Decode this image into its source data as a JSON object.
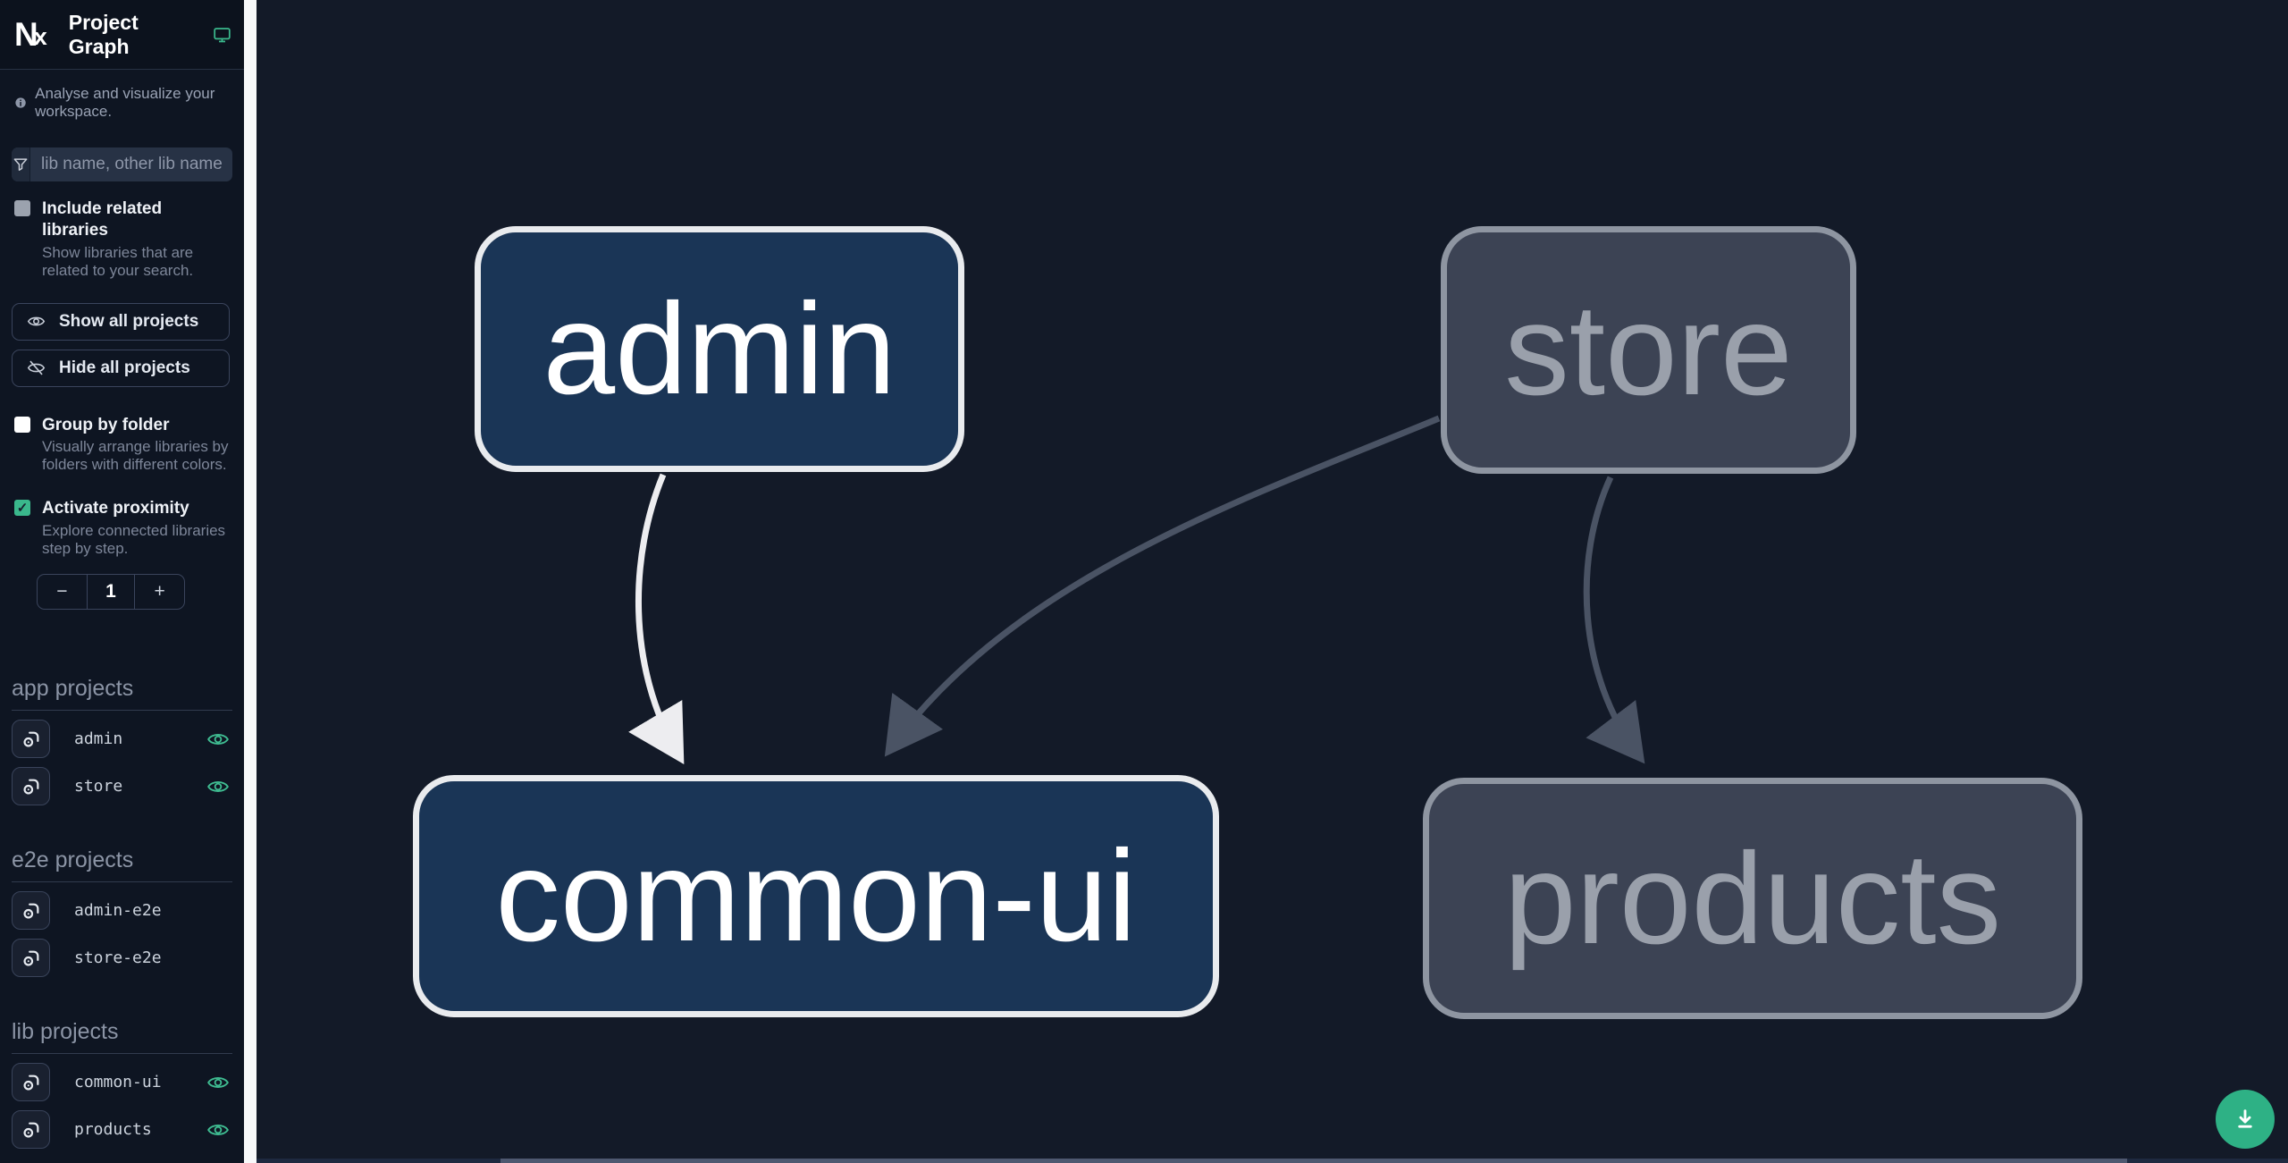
{
  "header": {
    "title": "Project Graph"
  },
  "sidebar": {
    "tagline": "Analyse and visualize your workspace.",
    "search_placeholder": "lib name, other lib name",
    "include_related": {
      "label": "Include related libraries",
      "description": "Show libraries that are related to your search."
    },
    "show_all_label": "Show all projects",
    "hide_all_label": "Hide all projects",
    "group_by_folder": {
      "label": "Group by folder",
      "description": "Visually arrange libraries by folders with different colors."
    },
    "activate_proximity": {
      "label": "Activate proximity",
      "description": "Explore connected libraries step by step.",
      "decrement": "−",
      "value": "1",
      "increment": "+"
    },
    "sections": [
      {
        "title": "app projects",
        "items": [
          {
            "name": "admin"
          },
          {
            "name": "store"
          }
        ]
      },
      {
        "title": "e2e projects",
        "items": [
          {
            "name": "admin-e2e"
          },
          {
            "name": "store-e2e"
          }
        ]
      },
      {
        "title": "lib projects",
        "items": [
          {
            "name": "common-ui"
          },
          {
            "name": "products"
          }
        ]
      }
    ]
  },
  "graph": {
    "nodes": [
      {
        "id": "admin",
        "state": "focused"
      },
      {
        "id": "store",
        "state": "unfocused"
      },
      {
        "id": "common-ui",
        "state": "focused"
      },
      {
        "id": "products",
        "state": "unfocused"
      }
    ],
    "edges": [
      {
        "from": "admin",
        "to": "common-ui",
        "highlighted": true
      },
      {
        "from": "store",
        "to": "common-ui",
        "highlighted": false
      },
      {
        "from": "store",
        "to": "products",
        "highlighted": false
      }
    ]
  },
  "colors": {
    "accent_green": "#3ab88c",
    "eye_green": "#3fbd92",
    "node_focused_bg": "#1a3556",
    "node_focused_border": "#e9ebee",
    "node_unfocused_bg": "#3c4354",
    "node_unfocused_border": "#8e95a1",
    "edge_gray": "#4a5364",
    "edge_highlight": "#ededf0"
  }
}
